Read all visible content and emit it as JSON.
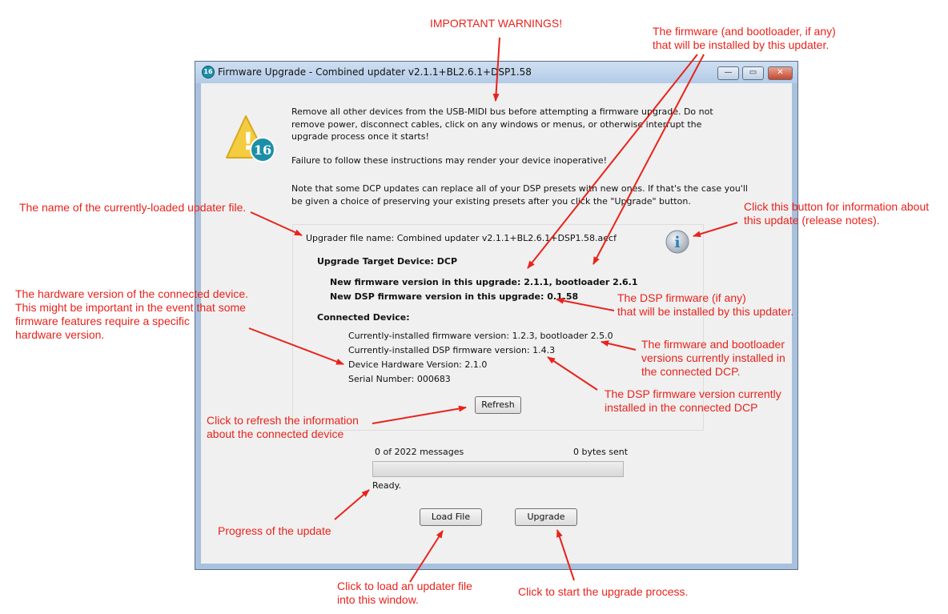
{
  "window": {
    "title": "Firmware Upgrade - Combined updater v2.1.1+BL2.6.1+DSP1.58",
    "app_icon": "16",
    "controls": {
      "minimize": "—",
      "maximize": "▭",
      "close": "✕"
    }
  },
  "warning": {
    "icon_badge": "16",
    "icon_mark": "!",
    "line1": "Remove all other devices from the USB-MIDI bus before attempting a firmware upgrade. Do not",
    "line2": "remove power, disconnect cables, click on any windows or menus, or otherwise interrupt the",
    "line3": "upgrade process once it starts!",
    "line4": "Failure to follow these instructions may render your device inoperative!",
    "line5": "Note that some DCP updates can replace all of your DSP presets with new ones. If that's the case you'll",
    "line6": "be given a choice of preserving your existing presets after you click the \"Upgrade\" button."
  },
  "panel": {
    "file_name": "Upgrader file name: Combined updater v2.1.1+BL2.6.1+DSP1.58.aecf",
    "info_button": "i",
    "target_device": "Upgrade Target Device: DCP",
    "new_firmware": "New firmware version in this upgrade: 2.1.1, bootloader 2.6.1",
    "new_dsp": "New DSP firmware version in this upgrade: 0.1.58",
    "connected_device": "Connected Device:",
    "installed_firmware": "Currently-installed firmware version: 1.2.3, bootloader 2.5.0",
    "installed_dsp": "Currently-installed DSP firmware version: 1.4.3",
    "hardware_version": "Device Hardware Version: 2.1.0",
    "serial_number": "Serial Number: 000683",
    "refresh_button": "Refresh"
  },
  "progress": {
    "messages": "0 of 2022 messages",
    "bytes": "0 bytes sent",
    "fraction": 0,
    "status": "Ready."
  },
  "buttons": {
    "load_file": "Load File",
    "upgrade": "Upgrade"
  },
  "annotations": {
    "important": "IMPORTANT WARNINGS!",
    "firmware_installed": "The firmware (and bootloader, if any)\nthat will be installed by this updater.",
    "file_name": "The name of the currently-loaded updater file.",
    "info_button": "Click this button for information about\nthis update (release notes).",
    "hardware": "The hardware version of the connected device.\nThis might be important in the event that some\nfirmware features require a specific\nhardware version.",
    "dsp_installed": "The DSP firmware (if any)\nthat will be installed by this updater.",
    "current_versions": "The firmware and bootloader\nversions currently installed in\nthe connected DCP.",
    "current_dsp": "The DSP firmware version currently\ninstalled in the connected DCP",
    "refresh": "Click to refresh the information\nabout the connected device",
    "progress": "Progress of the update",
    "load_file": "Click to load an updater file\ninto this window.",
    "upgrade": "Click to start the upgrade process."
  },
  "colors": {
    "annotation": "#e8231c",
    "frame": "#a9c1dd",
    "client": "#f0f0f0",
    "close_button": "#c7472c"
  }
}
